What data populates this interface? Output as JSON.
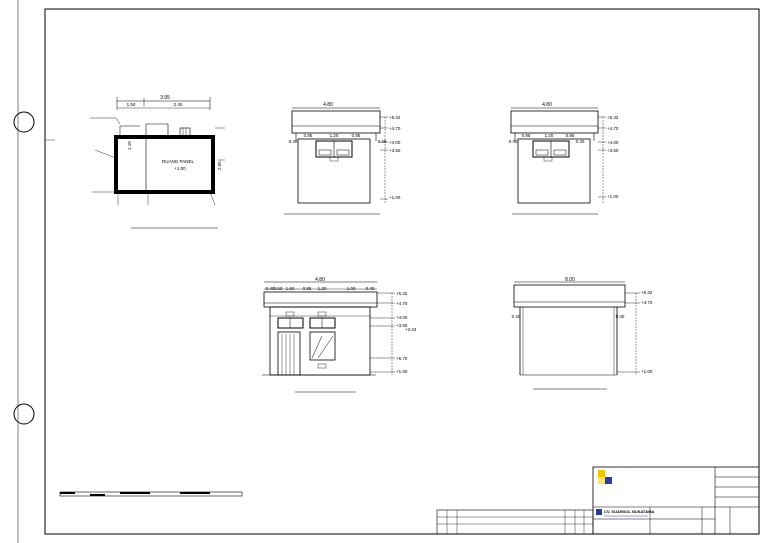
{
  "plan": {
    "overall_dim": "3.95",
    "dim_a": "1.50",
    "dim_b": "2.40",
    "dim_left": "1.10",
    "dim_right": "2.05",
    "room_name": "RUANG PANEL",
    "room_level": "+1.00"
  },
  "elev_front1": {
    "width": "4.80",
    "seg1": "0.85",
    "seg2": "1.20",
    "seg3": "0.85",
    "lvl_top": "+5.32",
    "lvl_roof": "+4.70",
    "lvl_win_top": "+4.00",
    "lvl_win_bot": "+3.50",
    "lvl_floor": "+1.00",
    "left_dim": "0.40",
    "right_dim": "0.40"
  },
  "elev_front2": {
    "width": "4.80",
    "seg1": "0.85",
    "seg2": "1.20",
    "seg3": "0.85",
    "lvl_top": "+5.32",
    "lvl_roof": "+4.70",
    "lvl_win_top": "+4.00",
    "lvl_win_bot": "+3.50",
    "lvl_floor": "+1.00",
    "left_dim": "0.40",
    "right_dim": "0.40"
  },
  "elev_side": {
    "width": "4.80",
    "segs": [
      "0.40",
      "0.50",
      "1.50",
      "0.85",
      "1.20",
      "1.00",
      "0.40"
    ],
    "lvl_top": "+5.32",
    "lvl_roof": "+4.70",
    "lvl_win_top": "+4.00",
    "lvl_win_bot": "+3.50",
    "lvl_extra": "+3.34",
    "lvl_door": "+5.70",
    "lvl_floor": "+1.00"
  },
  "elev_back": {
    "width": "8.00",
    "lvl_top": "+5.32",
    "lvl_roof": "+4.70",
    "lvl_floor": "+1.00",
    "left_dim": "0.40",
    "right_dim": "0.40"
  },
  "title_block": {
    "company": "CV. SUARSOL NUSATAMA"
  },
  "colors": {
    "logo_yellow": "#f2c300",
    "logo_blue": "#2a3a9e"
  }
}
